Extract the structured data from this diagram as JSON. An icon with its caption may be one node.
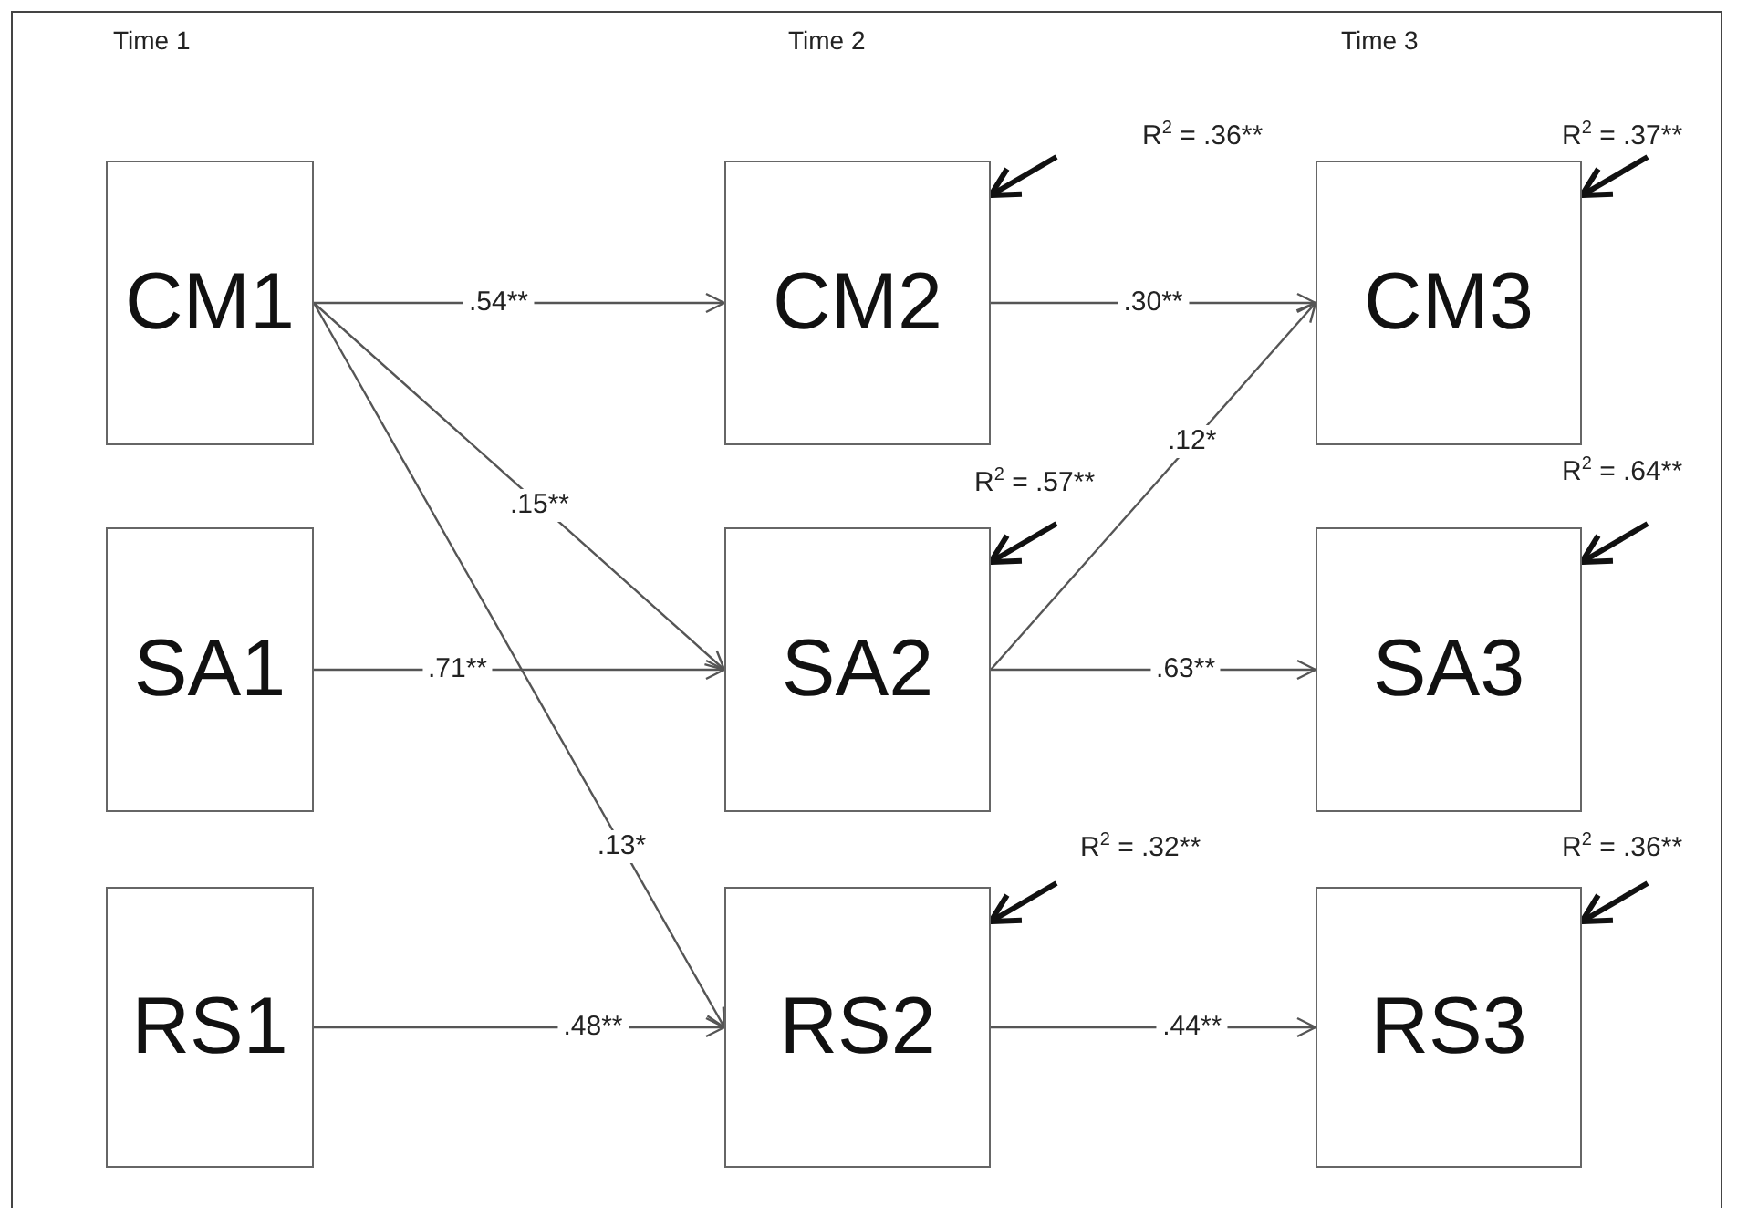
{
  "diagram": {
    "nodes": [
      {
        "text": [
          "CM1"
        ]
      },
      {
        "text": [
          "SA1"
        ]
      },
      {
        "text": [
          "RS1"
        ]
      },
      {
        "text": [
          "CM2"
        ]
      },
      {
        "text": [
          "SA2"
        ]
      },
      {
        "text": [
          "RS2"
        ]
      },
      {
        "text": [
          "CM3"
        ]
      },
      {
        "text": [
          "SA3"
        ]
      },
      {
        "text": [
          "RS3"
        ]
      }
    ],
    "edges": [
      {
        "from": 0,
        "to": 3,
        "arrow": "to",
        "label": ".54**"
      },
      {
        "from": 0,
        "to": 4,
        "arrow": "to",
        "label": ".15**"
      },
      {
        "from": 0,
        "to": 5,
        "arrow": "to",
        "label": ".13*"
      },
      {
        "from": 1,
        "to": 4,
        "arrow": "to",
        "label": ".71**"
      },
      {
        "from": 2,
        "to": 5,
        "arrow": "to",
        "label": ".48**"
      },
      {
        "from": 3,
        "to": 6,
        "arrow": "to",
        "label": ".30**"
      },
      {
        "from": 4,
        "to": 6,
        "arrow": "to",
        "label": ".12*"
      },
      {
        "from": 4,
        "to": 7,
        "arrow": "to",
        "label": ".63**"
      },
      {
        "from": 5,
        "to": 8,
        "arrow": "to",
        "label": ".44**"
      },
      {
        "from": null,
        "to": 3,
        "arrow": "to",
        "style": "thick",
        "label": "R$^{2}$ = .36**"
      },
      {
        "from": null,
        "to": 4,
        "arrow": "to",
        "style": "thick",
        "label": "R$^{2}$ = .57**"
      },
      {
        "from": null,
        "to": 5,
        "arrow": "to",
        "style": "thick",
        "label": "R$^{2}$ = .32**"
      },
      {
        "from": null,
        "to": 6,
        "arrow": "to",
        "style": "thick",
        "label": "R$^{2}$ = .37**"
      },
      {
        "from": null,
        "to": 7,
        "arrow": "to",
        "style": "thick",
        "label": "R$^{2}$ = .64**"
      },
      {
        "from": null,
        "to": 8,
        "arrow": "to",
        "style": "thick",
        "label": "R$^{2}$ = .36**"
      }
    ],
    "labels": [
      "Time 1",
      "Time 2",
      "Time 3"
    ]
  }
}
